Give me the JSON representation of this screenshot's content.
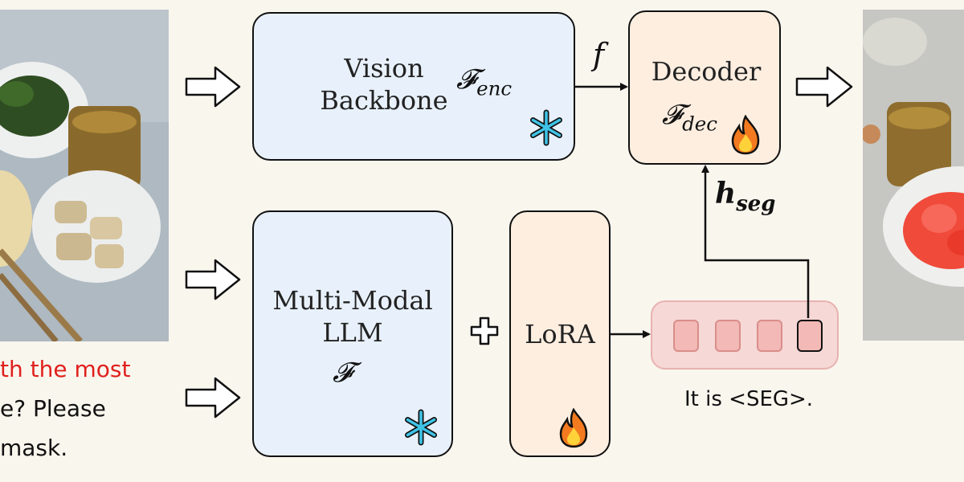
{
  "colors": {
    "background": "#f9f6ee",
    "frozen_box": "#e8f1fb",
    "trainable_box": "#fdeee0",
    "token_bar": "#f6d8d6",
    "query_highlight": "#e0201c"
  },
  "input": {
    "query_line1": "th the most",
    "query_line2": "e? Please",
    "query_line3": "mask."
  },
  "vision_backbone": {
    "label_line1": "Vision",
    "label_line2": "Backbone",
    "symbol": "𝓕",
    "subscript": "enc",
    "icon": "snowflake-icon"
  },
  "decoder": {
    "label": "Decoder",
    "symbol": "𝓕",
    "subscript": "dec",
    "icon": "fire-icon"
  },
  "llm": {
    "label_line1": "Multi-Modal",
    "label_line2": "LLM",
    "symbol": "𝓕",
    "icon": "snowflake-icon"
  },
  "lora": {
    "label": "LoRA",
    "icon": "fire-icon"
  },
  "feature_label": "f",
  "hseg_label": {
    "symbol": "h",
    "subscript": "seg"
  },
  "output_text": "It is <SEG>.",
  "plus_symbol": "+"
}
